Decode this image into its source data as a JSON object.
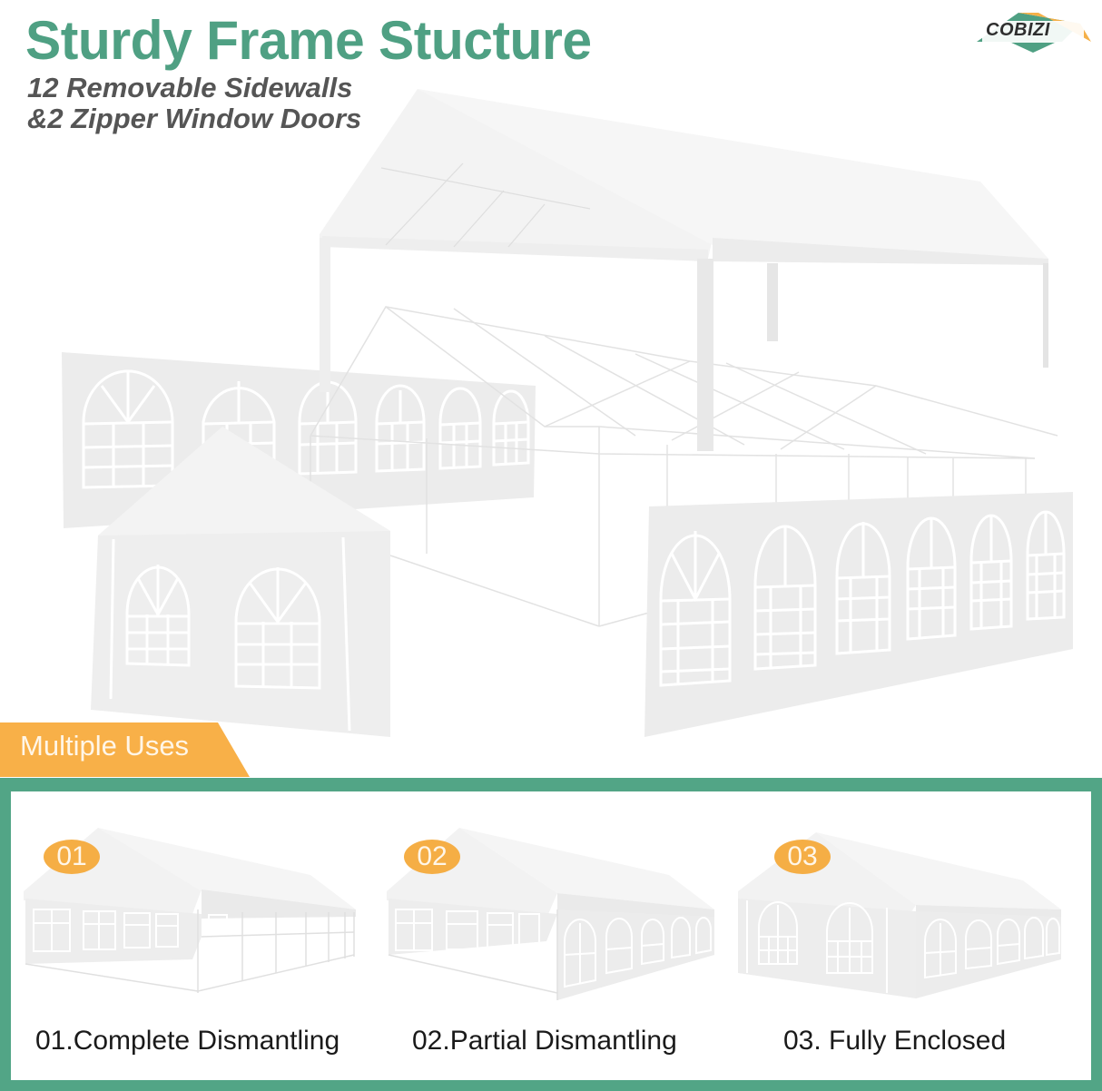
{
  "header": {
    "title": "Sturdy Frame Stucture",
    "subtitle_line1": "12 Removable Sidewalls",
    "subtitle_line2": "&2 Zipper Window Doors"
  },
  "brand": {
    "logo_text": "COBIZI",
    "colors": {
      "green": "#4FA083",
      "orange": "#F5B048",
      "dark": "#2e2e2e"
    }
  },
  "hero": {
    "illustration": "exploded-tent-with-roof-frame-and-sidewalls",
    "components": [
      "roof-canopy",
      "steel-frame",
      "left-sidewall",
      "front-gable-wall",
      "right-sidewall"
    ]
  },
  "uses": {
    "banner_label": "Multiple Uses",
    "frame_color": "#52A586",
    "badge_color": "#F5AE45",
    "items": [
      {
        "badge": "01",
        "caption": "01.Complete Dismantling",
        "illustration": "tent-open-sides"
      },
      {
        "badge": "02",
        "caption": "02.Partial Dismantling",
        "illustration": "tent-partial-walls"
      },
      {
        "badge": "03",
        "caption": "03. Fully Enclosed",
        "illustration": "tent-fully-enclosed"
      }
    ]
  }
}
